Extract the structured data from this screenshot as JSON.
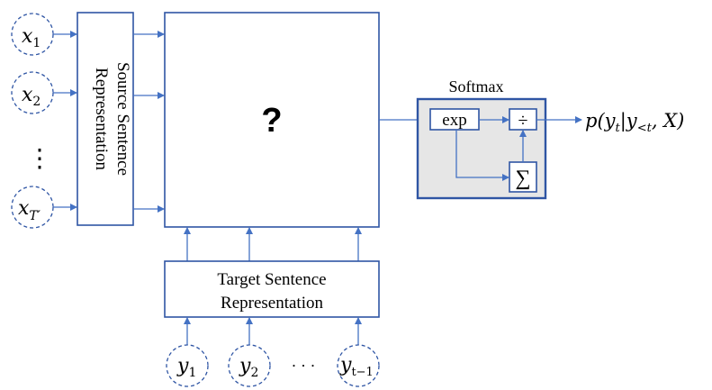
{
  "colors": {
    "stroke": "#2f55a4",
    "arrow": "#4472c4",
    "softmax_fill": "#e6e6e6"
  },
  "inputs": [
    {
      "base": "x",
      "sub": "1"
    },
    {
      "base": "x",
      "sub": "2"
    },
    {
      "base": "x",
      "sub": "T′"
    }
  ],
  "vdots": "⋮",
  "source_box": {
    "label_line1": "Source Sentence",
    "label_line2": "Representation"
  },
  "mystery_box": {
    "label": "?"
  },
  "target_box": {
    "label_line1": "Target Sentence",
    "label_line2": "Representation"
  },
  "outputs": [
    {
      "base": "y",
      "sub": "1"
    },
    {
      "base": "y",
      "sub": "2"
    },
    {
      "base": "y",
      "sub": "t−1"
    }
  ],
  "hdots": "· · ·",
  "softmax": {
    "title": "Softmax",
    "exp": "exp",
    "divide": "÷",
    "sum": "∑"
  },
  "result": {
    "text": "p(y",
    "t": "t",
    "bar": "|y",
    "lt": "<t",
    "tail": ", X)"
  }
}
